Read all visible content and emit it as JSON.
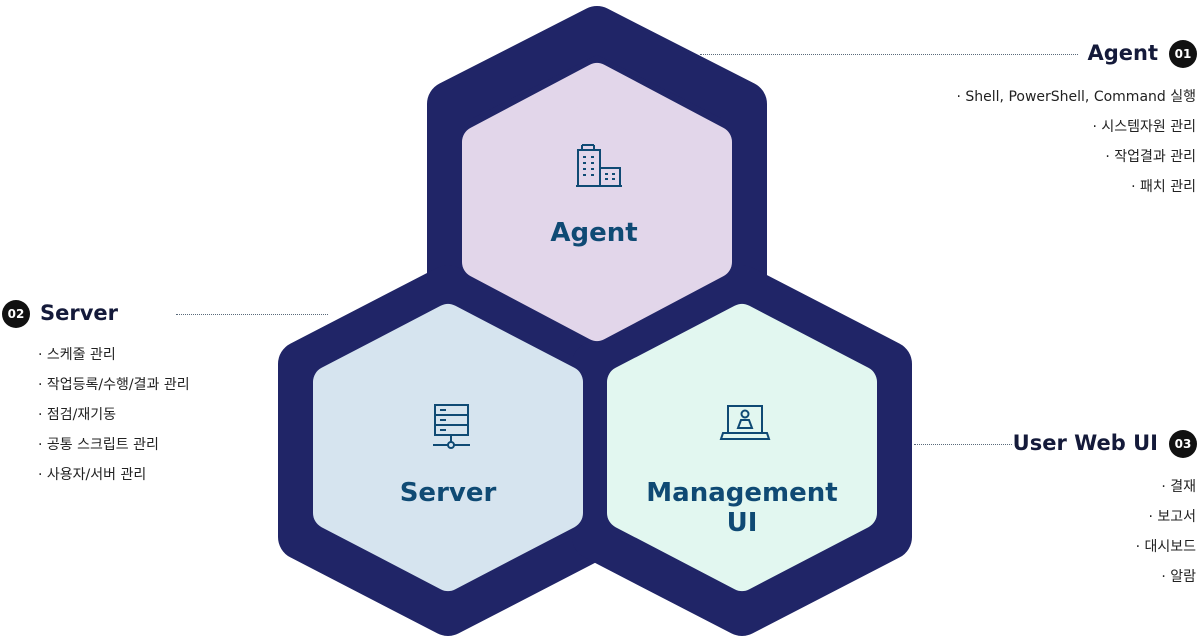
{
  "colors": {
    "outer": "#202567",
    "agent_fill": "#e2d6ea",
    "server_fill": "#d6e4ef",
    "ui_fill": "#e2f7f0",
    "hex_text": "#0f4a74",
    "badge": "#111111"
  },
  "hexagons": {
    "agent": {
      "label": "Agent",
      "icon": "building-icon"
    },
    "server": {
      "label": "Server",
      "icon": "server-icon"
    },
    "ui": {
      "label_line1": "Management",
      "label_line2": "UI",
      "icon": "laptop-user-icon"
    }
  },
  "agent_panel": {
    "title": "Agent",
    "badge": "01",
    "items": [
      "Shell, PowerShell, Command 실행",
      "시스템자원 관리",
      "작업결과 관리",
      "패치 관리"
    ]
  },
  "server_panel": {
    "title": "Server",
    "badge": "02",
    "items": [
      "스케줄 관리",
      "작업등록/수행/결과 관리",
      "점검/재기동",
      "공통 스크립트 관리",
      "사용자/서버 관리"
    ]
  },
  "ui_panel": {
    "title": "User Web UI",
    "badge": "03",
    "items": [
      "결재",
      "보고서",
      "대시보드",
      "알람"
    ]
  }
}
